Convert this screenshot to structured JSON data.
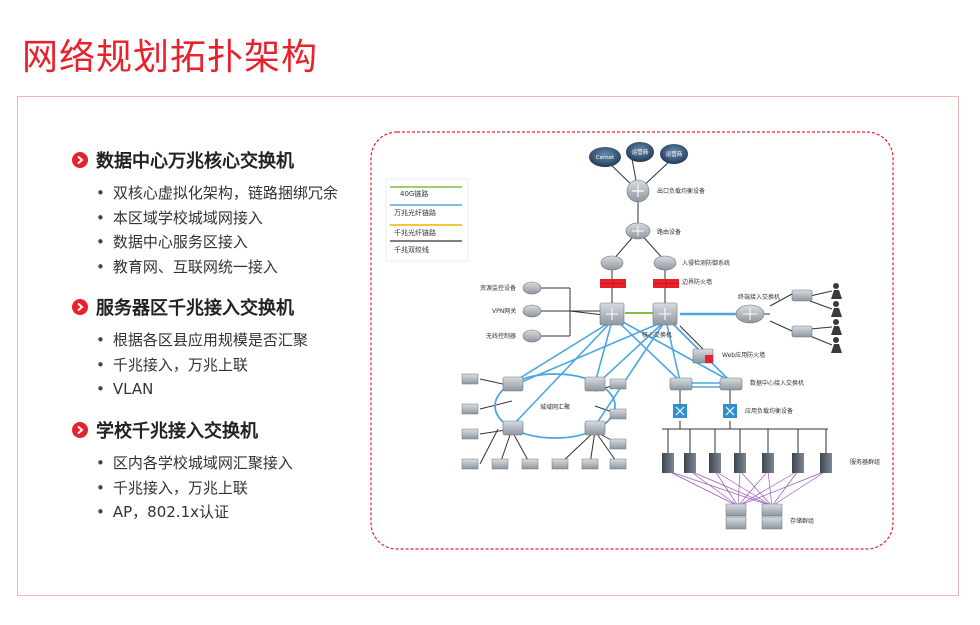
{
  "page": {
    "title": "网络规划拓扑架构"
  },
  "sections": [
    {
      "heading": "数据中心万兆核心交换机",
      "bullets": [
        "双核心虚拟化架构，链路捆绑冗余",
        "本区域学校城域网接入",
        "数据中心服务区接入",
        "教育网、互联网统一接入"
      ]
    },
    {
      "heading": "服务器区千兆接入交换机",
      "bullets": [
        "根据各区县应用规模是否汇聚",
        "千兆接入，万兆上联",
        "VLAN"
      ]
    },
    {
      "heading": "学校千兆接入交换机",
      "bullets": [
        "区内各学校城域网汇聚接入",
        "千兆接入，万兆上联",
        "AP，802.1x认证"
      ]
    }
  ],
  "diagram": {
    "legend": [
      "40G链路",
      "万兆光纤链路",
      "千兆光纤链路",
      "千兆双绞线"
    ],
    "colors": {
      "legend_40g": "#7cc242",
      "legend_10g": "#4aa8e0",
      "legend_1g_fiber": "#f0b400",
      "legend_1g_copper": "#555555",
      "accent": "#e8212c",
      "server_links": "#9b59b6"
    },
    "clouds": [
      "Cernet",
      "运营商",
      "运营商"
    ],
    "labels": {
      "egress_lb": "出口负载均衡设备",
      "router": "路由设备",
      "ips": "入侵检测防御系统",
      "border_fw": "边界防火墙",
      "resource_mon": "资源监控设备",
      "vpn": "VPN网关",
      "wireless_ctrl": "无线控制器",
      "core_switch": "核心交换机",
      "terminal_access": "终端接入交换机",
      "web_fw": "Web应用防火墙",
      "metro_agg": "城域网汇聚",
      "dc_access": "数据中心接入交换机",
      "app_lb": "应用负载均衡设备",
      "server_group": "服务器群组",
      "storage_group": "存储群组"
    }
  }
}
